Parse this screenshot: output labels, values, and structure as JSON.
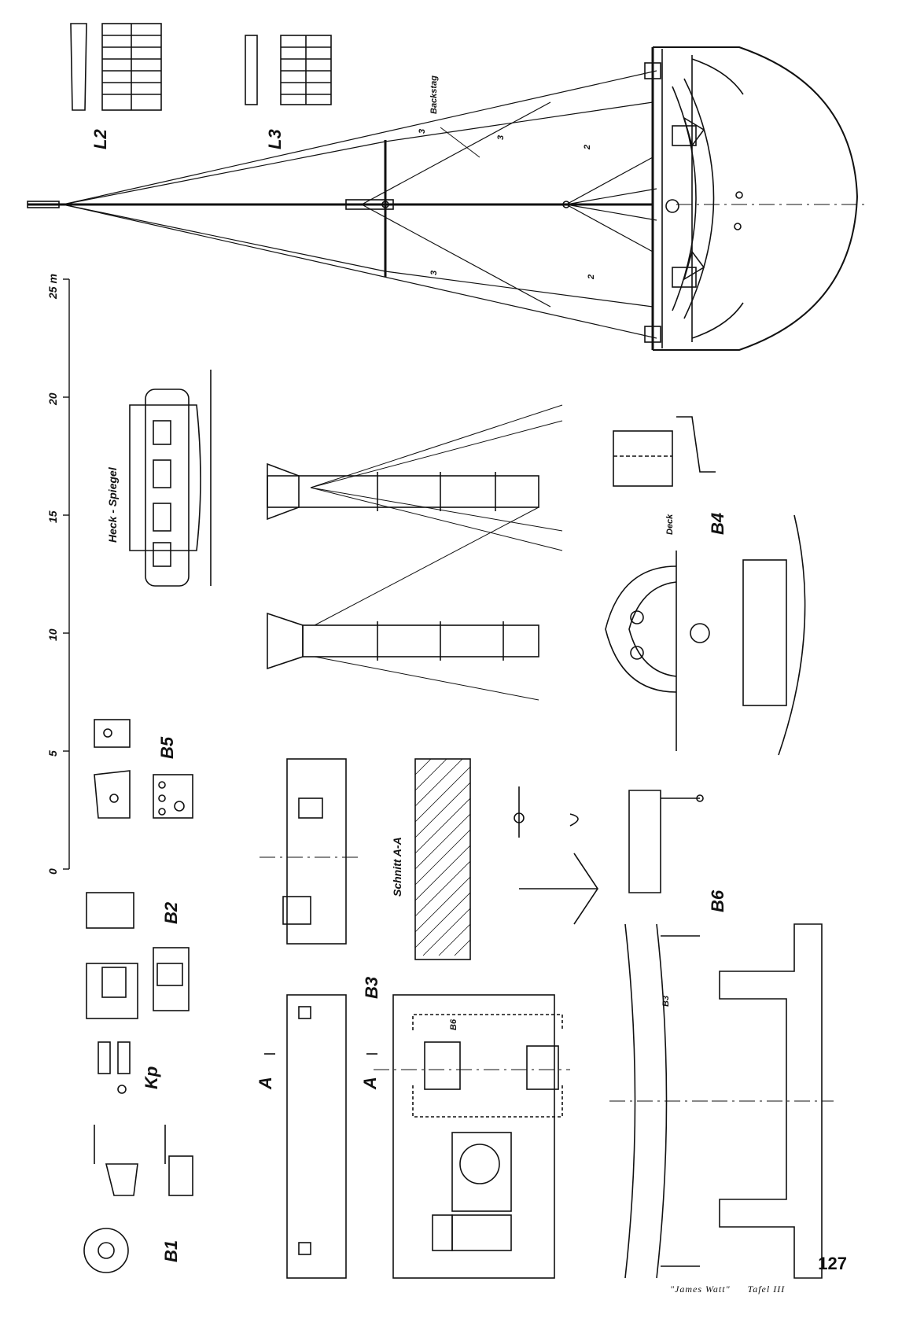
{
  "page": {
    "number": "127",
    "caption_title": "\"James Watt\"",
    "caption_plate": "Tafel III"
  },
  "scale": {
    "unit_label": "25 m",
    "ticks": [
      "0",
      "5",
      "10",
      "15",
      "20"
    ]
  },
  "labels": {
    "backstag": "Backstag",
    "stay2_top": "2",
    "stay2_bottom": "2",
    "stay3_top": "3",
    "stay3_bottom": "3",
    "stay3_mid": "3",
    "l2": "L2",
    "l3": "L3",
    "heck_spiegel": "Heck - Spiegel",
    "b1": "B1",
    "kp": "Kp",
    "b2": "B2",
    "b5": "B5",
    "b3": "B3",
    "b3_inner": "B3",
    "b4": "B4",
    "b6": "B6",
    "b6_inner": "B6",
    "deck": "Deck",
    "schnitt": "Schnitt A-A",
    "section_a_top": "A",
    "section_a_bottom": "A"
  }
}
